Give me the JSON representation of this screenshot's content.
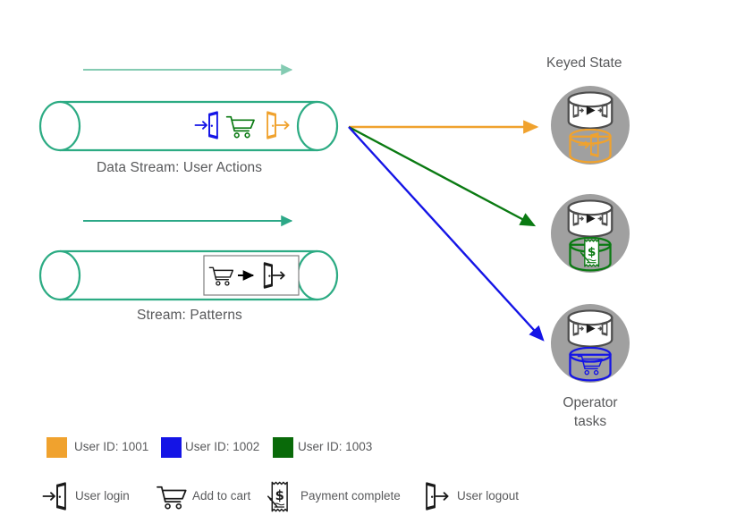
{
  "diagram": {
    "title_keyed_state": "Keyed State",
    "operator_tasks_line1": "Operator",
    "operator_tasks_line2": "tasks"
  },
  "streams": [
    {
      "id": "user-actions",
      "label": "Data Stream: User Actions",
      "flow_arrow": "flow-arrow-right",
      "events": [
        {
          "icon": "user-login-icon",
          "color": "#1414e6"
        },
        {
          "icon": "add-to-cart-icon",
          "color": "#0a7a12"
        },
        {
          "icon": "user-logout-icon",
          "color": "#f0a22e"
        }
      ]
    },
    {
      "id": "patterns",
      "label": "Stream: Patterns",
      "flow_arrow": "flow-arrow-right",
      "pattern": {
        "from_icon": "add-to-cart-icon",
        "connector_icon": "arrow-right-icon",
        "to_icon": "user-logout-icon",
        "color": "#000000"
      }
    }
  ],
  "keyed_state_nodes": [
    {
      "id": "node-1001",
      "operator_icon": "operator-cylinder-icon",
      "state_icon": "user-login-cylinder-icon",
      "color": "#f0a22e"
    },
    {
      "id": "node-1003",
      "operator_icon": "operator-cylinder-icon",
      "state_icon": "payment-cylinder-icon",
      "color": "#0a7a12"
    },
    {
      "id": "node-1002",
      "operator_icon": "operator-cylinder-icon",
      "state_icon": "cart-cylinder-icon",
      "color": "#1414e6"
    }
  ],
  "routing_arrows": [
    {
      "id": "route-1001",
      "color": "#f0a22e",
      "target": "node-1001"
    },
    {
      "id": "route-1003",
      "color": "#0a7a12",
      "target": "node-1003"
    },
    {
      "id": "route-1002",
      "color": "#1414e6",
      "target": "node-1002"
    }
  ],
  "legend_users": [
    {
      "color": "#f0a22e",
      "label": "User ID: 1001"
    },
    {
      "color": "#1414e6",
      "label": "User ID: 1002"
    },
    {
      "color": "#096a09",
      "label": "User ID: 1003"
    }
  ],
  "legend_icons": [
    {
      "icon": "user-login-icon",
      "label": "User login"
    },
    {
      "icon": "add-to-cart-icon",
      "label": "Add to cart"
    },
    {
      "icon": "payment-complete-icon",
      "label": "Payment complete"
    },
    {
      "icon": "user-logout-icon",
      "label": "User logout"
    }
  ],
  "colors": {
    "stream_outline": "#2cab83",
    "stream_arrow_light": "#84cbb2",
    "stream_arrow_dark": "#2ca887",
    "circle_fill": "#a0a0a0",
    "text": "#58595b",
    "orange": "#f0a22e",
    "blue": "#1414e6",
    "green": "#0a7a12",
    "dark_green": "#096a09",
    "black": "#1a1a1a"
  }
}
